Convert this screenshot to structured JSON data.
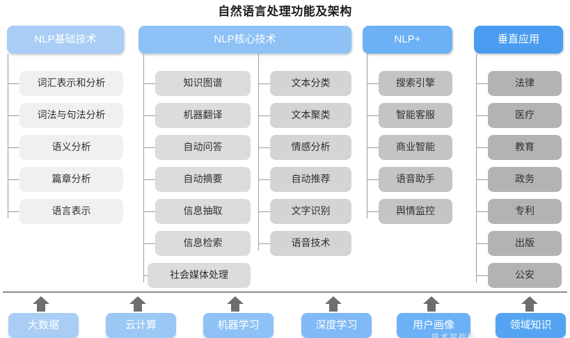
{
  "title": "自然语言处理功能及架构",
  "columns": [
    {
      "header": "NLP基础技术",
      "items": [
        "词汇表示和分析",
        "词法与句法分析",
        "语义分析",
        "篇章分析",
        "语言表示"
      ]
    },
    {
      "header": "NLP核心技术",
      "items": [
        "知识图谱",
        "机器翻译",
        "自动问答",
        "自动摘要",
        "信息抽取",
        "信息检索",
        "社会媒体处理"
      ],
      "items2": [
        "文本分类",
        "文本聚类",
        "情感分析",
        "自动推荐",
        "文字识别",
        "语音技术"
      ]
    },
    {
      "header": "NLP+",
      "items": [
        "搜索引擎",
        "智能客服",
        "商业智能",
        "语音助手",
        "舆情监控"
      ]
    },
    {
      "header": "垂直应用",
      "items": [
        "法律",
        "医疗",
        "教育",
        "政务",
        "专利",
        "出版",
        "公安"
      ]
    }
  ],
  "foundation": [
    "大数据",
    "云计算",
    "机器学习",
    "深度学习",
    "用户画像",
    "领域知识"
  ],
  "colors": {
    "header_1": "#a9cdf4",
    "header_2": "#8ec2f6",
    "header_3": "#6cb0f6",
    "header_4": "#4a9cf0",
    "item_light": "#f0f0f0",
    "item_mid": "#dcdcdc",
    "item_dark": "#c4c4c4",
    "item_darkest": "#b3b3b3",
    "connector": "#9a9a9a",
    "arrow": "#6e6e6e",
    "title": "#1c1c1c"
  },
  "watermark": "技术架构图"
}
